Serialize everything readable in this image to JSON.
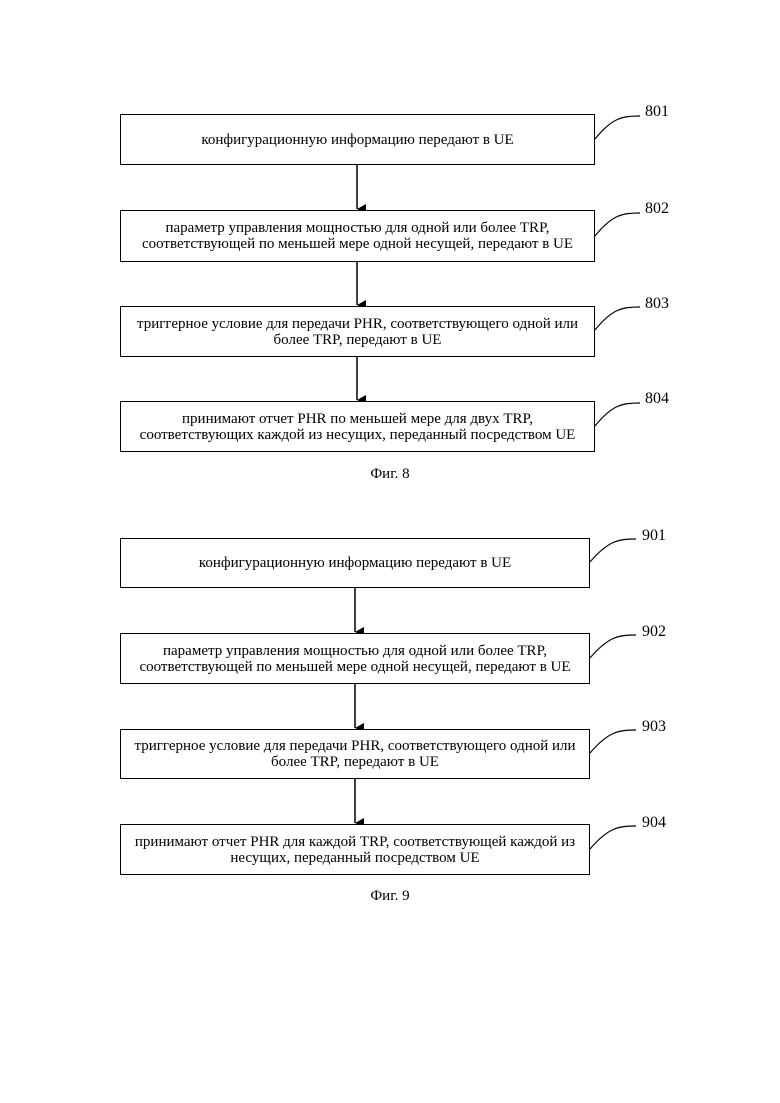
{
  "figures": [
    {
      "caption": "Фиг. 8",
      "steps": [
        {
          "ref": "801",
          "text": "конфигурационную информацию передают в UE"
        },
        {
          "ref": "802",
          "text": "параметр управления мощностью для одной или более TRP, соответствующей по меньшей мере одной несущей, передают в UE"
        },
        {
          "ref": "803",
          "text": "триггерное условие для передачи PHR, соответствующего одной или более TRP, передают в UE"
        },
        {
          "ref": "804",
          "text": "принимают отчет PHR по меньшей мере для двух TRP, соответствующих каждой из несущих, переданный посредством UE"
        }
      ]
    },
    {
      "caption": "Фиг. 9",
      "steps": [
        {
          "ref": "901",
          "text": "конфигурационную информацию передают в UE"
        },
        {
          "ref": "902",
          "text": "параметр управления мощностью для одной или более TRP, соответствующей по меньшей мере одной несущей, передают в UE"
        },
        {
          "ref": "903",
          "text": "триггерное условие для передачи PHR, соответствующего одной или более TRP, передают в UE"
        },
        {
          "ref": "904",
          "text": "принимают отчет PHR для каждой TRP, соответствующей каждой из несущих, переданный посредством UE"
        }
      ]
    }
  ]
}
